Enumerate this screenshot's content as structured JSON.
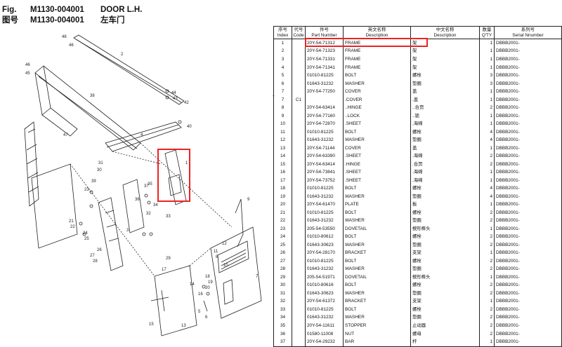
{
  "header": {
    "fig_label": "Fig.",
    "fig_number": "M1130-004001",
    "fig_title": "DOOR L.H.",
    "cn_label": "图号",
    "cn_number": "M1130-004001",
    "cn_title": "左车门"
  },
  "table": {
    "headers": [
      {
        "cn": "序号",
        "en": "Index"
      },
      {
        "cn": "代号",
        "en": "Code"
      },
      {
        "cn": "件号",
        "en": "Part Number"
      },
      {
        "cn": "英文名称",
        "en": "Description"
      },
      {
        "cn": "中文名称",
        "en": "Description"
      },
      {
        "cn": "数量",
        "en": "Q'TY"
      },
      {
        "cn": "系列号",
        "en": "Serial Nnumber"
      }
    ],
    "rows": [
      {
        "idx": "1",
        "code": "",
        "pn": "20Y-54-71312",
        "desc": "FRAME",
        "cn": "架",
        "qty": "1",
        "serial": "DBBB2001-"
      },
      {
        "idx": "2",
        "code": "",
        "pn": "20Y-54-71323",
        "desc": "FRAME",
        "cn": "架",
        "qty": "1",
        "serial": "DBBB2001-"
      },
      {
        "idx": "3",
        "code": "",
        "pn": "20Y-54-71331",
        "desc": "FRAME",
        "cn": "架",
        "qty": "1",
        "serial": "DBBB2001-"
      },
      {
        "idx": "4",
        "code": "",
        "pn": "20Y-54-71341",
        "desc": "FRAME",
        "cn": "架",
        "qty": "1",
        "serial": "DBBB2001-"
      },
      {
        "idx": "5",
        "code": "",
        "pn": "01010-81225",
        "desc": "BOLT",
        "cn": "螺栓",
        "qty": "3",
        "serial": "DBBB2001-"
      },
      {
        "idx": "6",
        "code": "",
        "pn": "01643-31232",
        "desc": "WASHER",
        "cn": "垫圈",
        "qty": "3",
        "serial": "DBBB2001-"
      },
      {
        "idx": "7",
        "code": "",
        "pn": "20Y-54-77250",
        "desc": "COVER",
        "cn": "盖",
        "qty": "1",
        "serial": "DBBB2001-"
      },
      {
        "idx": "7",
        "code": "C1",
        "pn": "",
        "desc": ".COVER",
        "cn": ".盖",
        "qty": "1",
        "serial": "DBBB2001-"
      },
      {
        "idx": "8",
        "code": "",
        "pn": "20Y-54-63414",
        "desc": "..HINGE",
        "cn": "..合页",
        "qty": "2",
        "serial": "DBBB2001-"
      },
      {
        "idx": "9",
        "code": "",
        "pn": "20Y-54-77160",
        "desc": "..LOCK",
        "cn": "..锁",
        "qty": "1",
        "serial": "DBBB2001-"
      },
      {
        "idx": "10",
        "code": "",
        "pn": "20Y-54-72870",
        "desc": ".SHEET",
        "cn": ".海绵",
        "qty": "1",
        "serial": "DBBB2001-"
      },
      {
        "idx": "11",
        "code": "",
        "pn": "01010-81225",
        "desc": "BOLT",
        "cn": "螺栓",
        "qty": "4",
        "serial": "DBBB2001-"
      },
      {
        "idx": "12",
        "code": "",
        "pn": "01643-31232",
        "desc": "WASHER",
        "cn": "垫圈",
        "qty": "4",
        "serial": "DBBB2001-"
      },
      {
        "idx": "13",
        "code": "",
        "pn": "20Y-54-71144",
        "desc": "COVER",
        "cn": "盖",
        "qty": "1",
        "serial": "DBBB2001-"
      },
      {
        "idx": "14",
        "code": "",
        "pn": "20Y-54-63390",
        "desc": ".SHEET",
        "cn": ".海绵",
        "qty": "2",
        "serial": "DBBB2001-"
      },
      {
        "idx": "15",
        "code": "",
        "pn": "20Y-54-63414",
        "desc": ".HINGE",
        "cn": ".合页",
        "qty": "2",
        "serial": "DBBB2001-"
      },
      {
        "idx": "16",
        "code": "",
        "pn": "20Y-54-73841",
        "desc": ".SHEET",
        "cn": ".海绵",
        "qty": "1",
        "serial": "DBBB2001-"
      },
      {
        "idx": "17",
        "code": "",
        "pn": "20Y-54-73752",
        "desc": ".SHEET",
        "cn": ".海绵",
        "qty": "1",
        "serial": "DBBB2001-"
      },
      {
        "idx": "18",
        "code": "",
        "pn": "01010-81225",
        "desc": "BOLT",
        "cn": "螺栓",
        "qty": "4",
        "serial": "DBBB2001-"
      },
      {
        "idx": "19",
        "code": "",
        "pn": "01643-31232",
        "desc": "WASHER",
        "cn": "垫圈",
        "qty": "4",
        "serial": "DBBB2001-"
      },
      {
        "idx": "20",
        "code": "",
        "pn": "20Y-54-61470",
        "desc": "PLATE",
        "cn": "板",
        "qty": "1",
        "serial": "DBBB2001-"
      },
      {
        "idx": "21",
        "code": "",
        "pn": "01010-81225",
        "desc": "BOLT",
        "cn": "螺栓",
        "qty": "2",
        "serial": "DBBB2001-"
      },
      {
        "idx": "22",
        "code": "",
        "pn": "01643-31232",
        "desc": "WASHER",
        "cn": "垫圈",
        "qty": "2",
        "serial": "DBBB2001-"
      },
      {
        "idx": "23",
        "code": "",
        "pn": "205-54-53550",
        "desc": "DOVETAIL",
        "cn": "楔形榫头",
        "qty": "1",
        "serial": "DBBB2001-"
      },
      {
        "idx": "24",
        "code": "",
        "pn": "01010-80612",
        "desc": "BOLT",
        "cn": "螺栓",
        "qty": "2",
        "serial": "DBBB2001-"
      },
      {
        "idx": "25",
        "code": "",
        "pn": "01643-30623",
        "desc": "WASHER",
        "cn": "垫圈",
        "qty": "2",
        "serial": "DBBB2001-"
      },
      {
        "idx": "26",
        "code": "",
        "pn": "20Y-54-28170",
        "desc": "BRACKET",
        "cn": "支架",
        "qty": "1",
        "serial": "DBBB2001-"
      },
      {
        "idx": "27",
        "code": "",
        "pn": "01010-81225",
        "desc": "BOLT",
        "cn": "螺栓",
        "qty": "2",
        "serial": "DBBB2001-"
      },
      {
        "idx": "28",
        "code": "",
        "pn": "01643-31232",
        "desc": "WASHER",
        "cn": "垫圈",
        "qty": "2",
        "serial": "DBBB2001-"
      },
      {
        "idx": "29",
        "code": "",
        "pn": "205-54-51971",
        "desc": "DOVETAIL",
        "cn": "楔形榫头",
        "qty": "1",
        "serial": "DBBB2001-"
      },
      {
        "idx": "30",
        "code": "",
        "pn": "01010-80616",
        "desc": "BOLT",
        "cn": "螺栓",
        "qty": "2",
        "serial": "DBBB2001-"
      },
      {
        "idx": "31",
        "code": "",
        "pn": "01643-30623",
        "desc": "WASHER",
        "cn": "垫圈",
        "qty": "2",
        "serial": "DBBB2001-"
      },
      {
        "idx": "32",
        "code": "",
        "pn": "20Y-54-61372",
        "desc": "BRACKET",
        "cn": "支架",
        "qty": "1",
        "serial": "DBBB2001-"
      },
      {
        "idx": "33",
        "code": "",
        "pn": "01010-81225",
        "desc": "BOLT",
        "cn": "螺栓",
        "qty": "2",
        "serial": "DBBB2001-"
      },
      {
        "idx": "34",
        "code": "",
        "pn": "01643-31232",
        "desc": "WASHER",
        "cn": "垫圈",
        "qty": "2",
        "serial": "DBBB2001-"
      },
      {
        "idx": "35",
        "code": "",
        "pn": "20Y-54-11611",
        "desc": "STOPPER",
        "cn": "止动器",
        "qty": "2",
        "serial": "DBBB2001-"
      },
      {
        "idx": "36",
        "code": "",
        "pn": "01580-11008",
        "desc": "NUT",
        "cn": "螺母",
        "qty": "2",
        "serial": "DBBB2001-"
      },
      {
        "idx": "37",
        "code": "",
        "pn": "20Y-54-29232",
        "desc": "BAR",
        "cn": "杆",
        "qty": "1",
        "serial": "DBBB2001-"
      }
    ]
  },
  "side_mark": "-",
  "diagram": {
    "callouts": [
      "48",
      "46",
      "46",
      "45",
      "2",
      "38",
      "44",
      "43",
      "42",
      "40",
      "47",
      "4",
      "3",
      "36",
      "37",
      "39",
      "35",
      "31",
      "30",
      "34",
      "33",
      "1",
      "32",
      "9",
      "12",
      "8",
      "11",
      "29",
      "10",
      "7",
      "17",
      "18",
      "19",
      "20",
      "16",
      "14",
      "15",
      "13",
      "21",
      "22",
      "23",
      "24",
      "25",
      "26",
      "27",
      "28",
      "5",
      "6"
    ]
  },
  "highlight_color": "#e22"
}
